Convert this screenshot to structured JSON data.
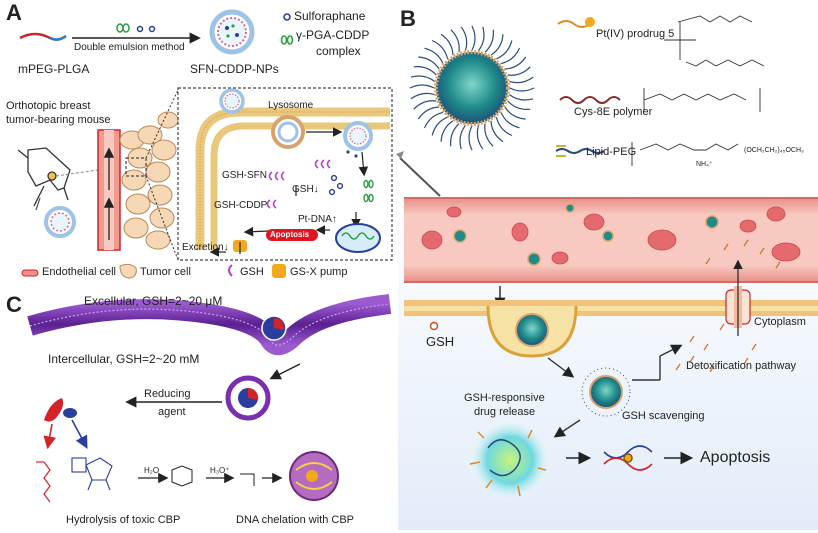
{
  "panel_a": {
    "letter": "A",
    "step_label": "Double emulsion method",
    "polymer_label": "mPEG-PLGA",
    "np_label": "SFN-CDDP-NPs",
    "legend_sfn": "Sulforaphane",
    "legend_complex_1": "γ-PGA-CDDP",
    "legend_complex_2": "complex",
    "mouse_label_1": "Orthotopic breast",
    "mouse_label_2": "tumor-bearing mouse",
    "lysosome": "Lysosome",
    "gsh_sfn": "GSH-SFN",
    "gsh_down": "GSH↓",
    "gsh_cddp": "GSH-CDDP",
    "pt_dna": "Pt-DNA↑",
    "apoptosis": "Apoptosis",
    "excretion": "Excretion↓",
    "legend_items": [
      "Endothelial cell",
      "Tumor cell",
      "GSH",
      "GS-X pump"
    ],
    "colors": {
      "pump": "#f2a91c",
      "apoptosis": "#e0161e",
      "gsh": "#b540c8"
    }
  },
  "panel_b": {
    "letter": "B",
    "prodrug": "Pt(IV) prodrug 5",
    "polymer": "Cys-8E polymer",
    "lipid": "Lipid-PEG",
    "peg_formula": "(OCH₂CH₂)₄₅OCH₃",
    "nh4": "NH₄⁺",
    "gsh": "GSH",
    "cytoplasm": "Cytoplasm",
    "detox": "Detoxification pathway",
    "release_1": "GSH-responsive",
    "release_2": "drug release",
    "scavenging": "GSH scavenging",
    "apoptosis": "Apoptosis",
    "colors": {
      "vessel": "#f3b8b0",
      "blood_cell": "#e56a6e",
      "background": "#eaf1fb"
    }
  },
  "panel_c": {
    "letter": "C",
    "extra": "Excellular, GSH=2~20 μM",
    "intra": "Intercellular, GSH=2~20 mM",
    "reducing_1": "Reducing",
    "reducing_2": "agent",
    "hydrolysis": "Hydrolysis of toxic CBP",
    "chelation": "DNA chelation with CBP",
    "h2o": "H₂O",
    "h3o": "H₃O⁺",
    "colors": {
      "membrane": "#7a2fb0",
      "red_part": "#d2232a",
      "blue_part": "#2a3ea0"
    }
  }
}
